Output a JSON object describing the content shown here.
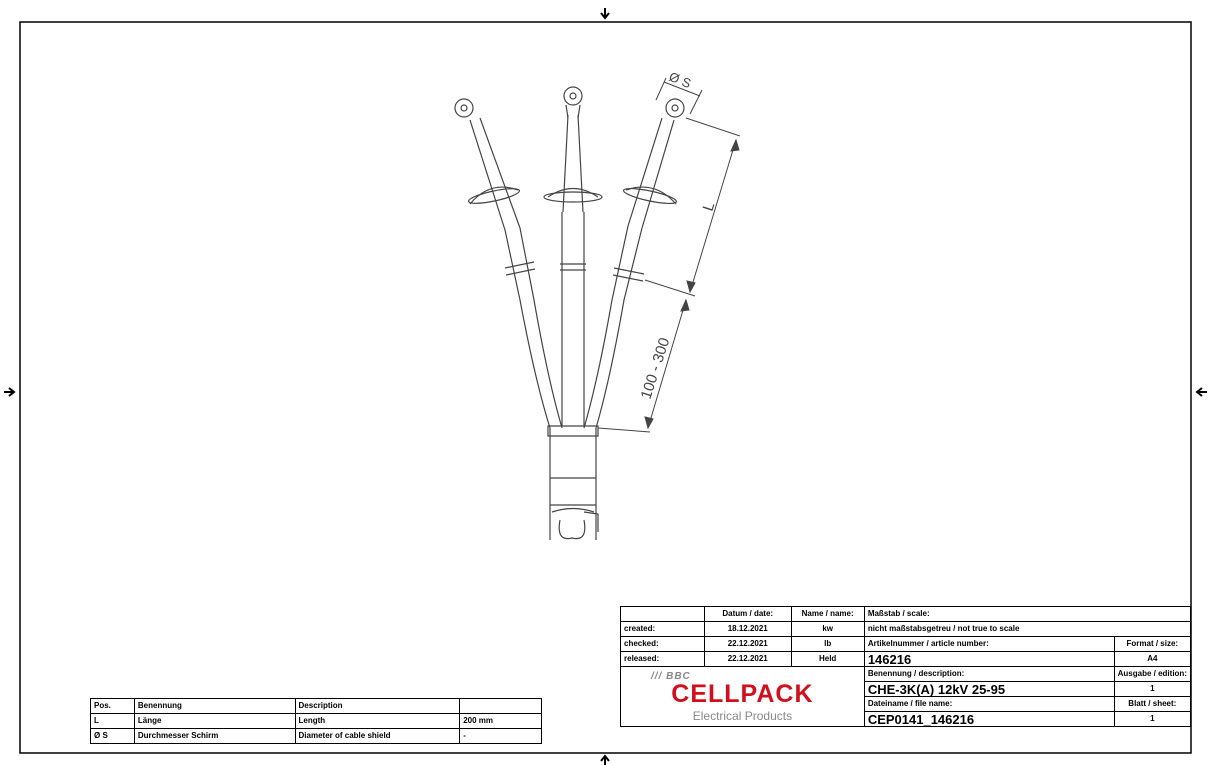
{
  "drawing": {
    "dimensions": {
      "lug_diameter": "Ø S",
      "length_label": "L",
      "range_label": "100 - 300"
    }
  },
  "title_block": {
    "header": {
      "date_label": "Datum / date:",
      "name_label": "Name / name:",
      "scale_label": "Maßstab / scale:"
    },
    "created": {
      "label": "created:",
      "date": "18.12.2021",
      "name": "kw"
    },
    "checked": {
      "label": "checked:",
      "date": "22.12.2021",
      "name": "lb"
    },
    "released": {
      "label": "released:",
      "date": "22.12.2021",
      "name": "Held"
    },
    "scale_value": "nicht maßstabsgetreu / not true to scale",
    "article_label": "Artikelnummer / article number:",
    "article_number": "146216",
    "format_label": "Format / size:",
    "format_value": "A4",
    "designation_label": "Benennung / description:",
    "designation": "CHE-3K(A) 12kV 25-95",
    "edition_label": "Ausgabe / edition:",
    "edition_value": "1",
    "filename_label": "Dateiname / file name:",
    "filename": "CEP0141_146216",
    "sheet_label": "Blatt / sheet:",
    "sheet_value": "1",
    "logo": {
      "top": "/// BBC",
      "main": "CELLPACK",
      "sub": "Electrical Products"
    }
  },
  "parts_list": {
    "headers": [
      "Pos.",
      "Benennung",
      "Description",
      ""
    ],
    "rows": [
      [
        "L",
        "Länge",
        "Length",
        "200 mm"
      ],
      [
        "Ø S",
        "Durchmesser Schirm",
        "Diameter of cable shield",
        "-"
      ]
    ]
  },
  "colors": {
    "accent": "#d1101c",
    "line": "#000000",
    "muted": "#888888"
  }
}
